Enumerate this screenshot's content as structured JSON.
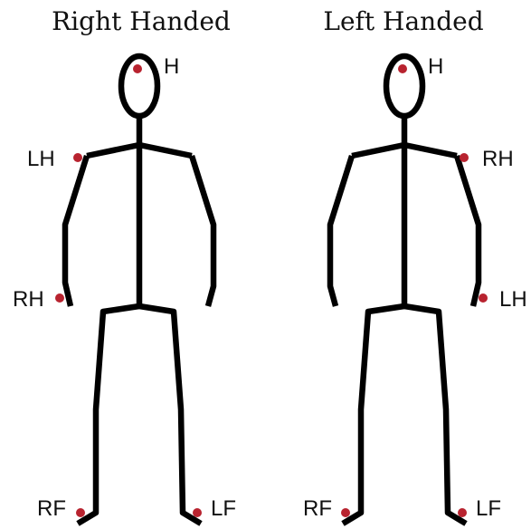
{
  "colors": {
    "figure_stroke": "#000000",
    "marker": "#b8232f",
    "text": "#111111",
    "background": "#ffffff"
  },
  "figures": [
    {
      "title": "Right Handed",
      "markers": {
        "head": "H",
        "left_shoulder": "LH",
        "right_hand": "RH",
        "right_foot": "RF",
        "left_foot": "LF"
      }
    },
    {
      "title": "Left Handed",
      "markers": {
        "head": "H",
        "right_shoulder": "RH",
        "left_hand": "LH",
        "right_foot": "RF",
        "left_foot": "LF"
      }
    }
  ]
}
